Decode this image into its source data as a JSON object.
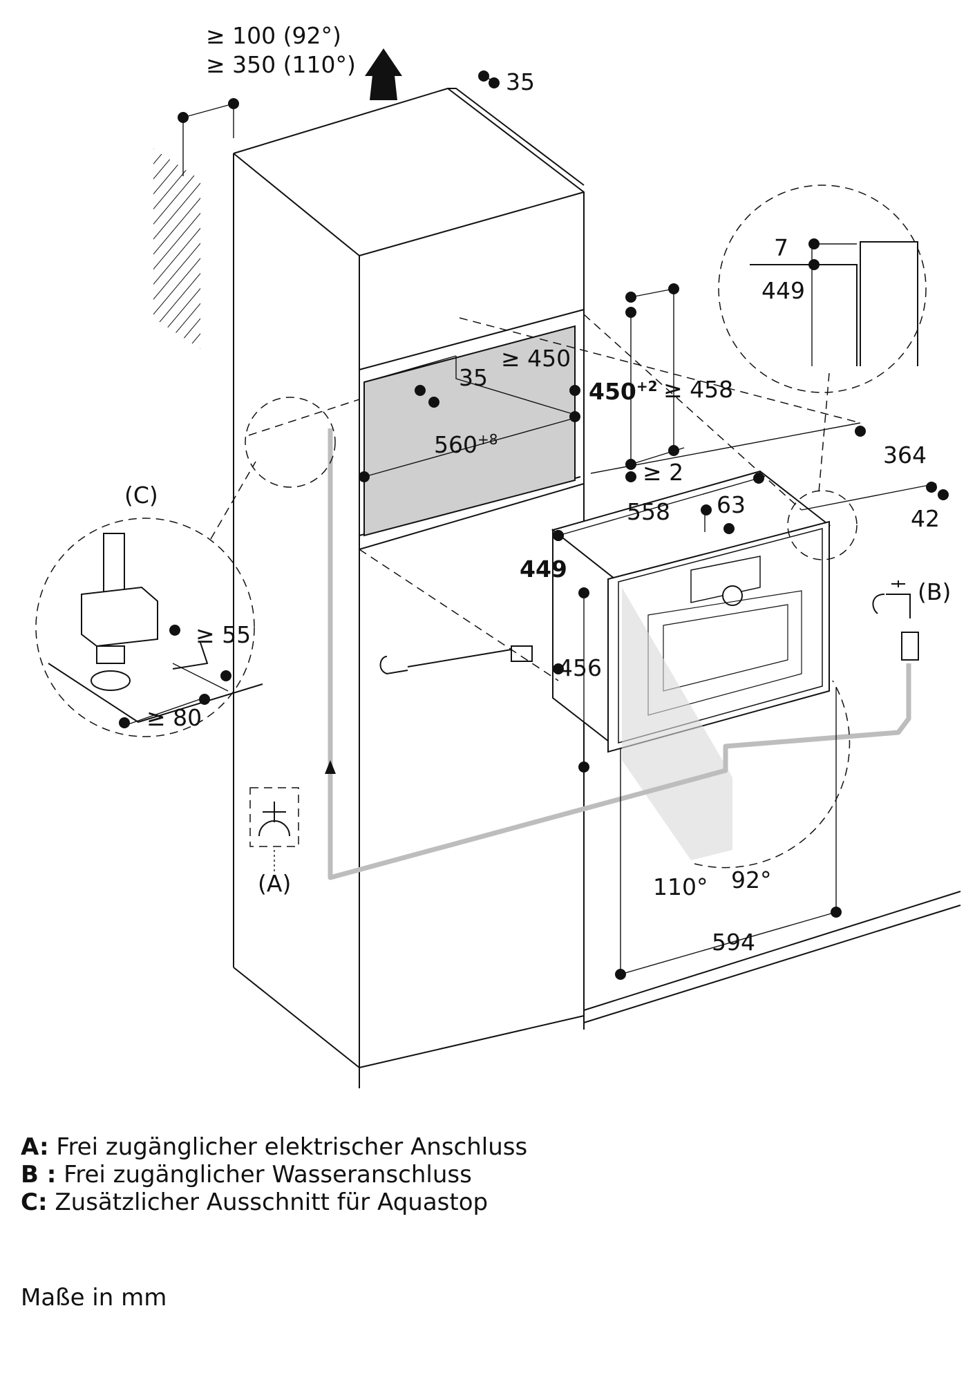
{
  "dimensions": {
    "top_clear_92": "≥ 100 (92°)",
    "top_clear_110": "≥ 350 (110°)",
    "top_depth": "35",
    "niche_depth_top": "35",
    "niche_depth": "≥ 450",
    "niche_height": "450",
    "niche_height_tol": "+2",
    "niche_height_alt": "≥ 458",
    "niche_width": "560",
    "niche_width_tol": "+8",
    "gap_bottom": "≥ 2",
    "overall_depth_right": "364",
    "front_protrusion": "42",
    "appliance_width": "558",
    "panel_offset": "63",
    "appliance_height": "449",
    "front_height": "456",
    "front_width": "594",
    "angle_110": "110°",
    "angle_92": "92°",
    "detail_top": "7",
    "detail_height": "449",
    "aquastop_depth": "≥ 55",
    "aquastop_width": "≥ 80"
  },
  "callouts": {
    "a": "(A)",
    "b": "(B)",
    "c": "(C)"
  },
  "legend": [
    {
      "key": "A:",
      "text": "Frei zugänglicher elektrischer Anschluss"
    },
    {
      "key": "B :",
      "text": "Frei zugänglicher Wasseranschluss"
    },
    {
      "key": "C:",
      "text": "Zusätzlicher Ausschnitt für Aquastop"
    }
  ],
  "units_note": "Maße in mm",
  "colors": {
    "line": "#111111",
    "niche_fill": "#cfcfcf",
    "hose": "#bdbdbd"
  }
}
